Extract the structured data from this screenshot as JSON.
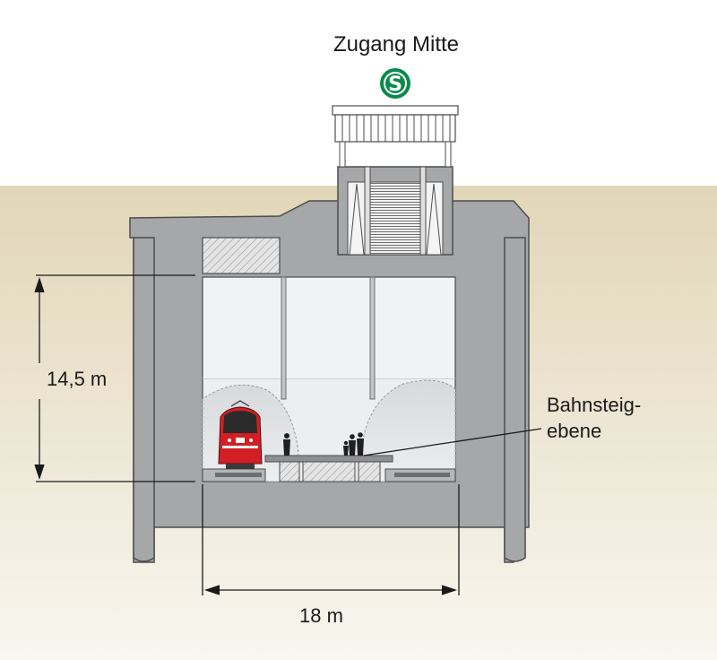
{
  "title": "Zugang Mitte",
  "logo": {
    "letter": "S",
    "color": "#0b8a4b"
  },
  "dimensions": {
    "height": "14,5 m",
    "width": "18 m"
  },
  "platform_label": {
    "line1": "Bahnsteig-",
    "line2": "ebene"
  },
  "colors": {
    "ground_top": "#e2d6b8",
    "ground_bottom": "#f7f4ec",
    "concrete": "#a6a7a9",
    "concrete_stroke": "#4d4d4d",
    "interior": "#e9ebee",
    "train_red": "#d21f24",
    "text": "#1a1a1a"
  }
}
